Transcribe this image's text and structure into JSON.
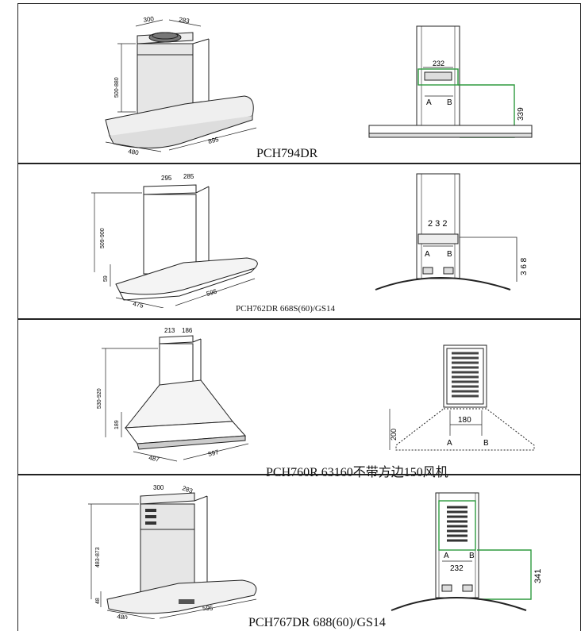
{
  "panels": [
    {
      "caption": "PCH794DR",
      "left": {
        "dim_a": "300",
        "dim_b": "283",
        "height": "500-880",
        "depth": "480",
        "width": "895"
      },
      "right": {
        "spacing": "232",
        "a": "A",
        "b": "B",
        "offset": "339"
      }
    },
    {
      "caption": "PCH762DR 668S(60)/GS14",
      "left": {
        "dim_a": "295",
        "dim_b": "285",
        "height": "509-900",
        "base": "59",
        "depth": "475",
        "width": "595"
      },
      "right": {
        "spacing": "2 3 2",
        "a": "A",
        "b": "B",
        "offset": "3 6 8"
      }
    },
    {
      "caption": "PCH760R 63160不带方边150风机",
      "left": {
        "dim_a": "213",
        "dim_b": "186",
        "height": "530-920",
        "base": "189",
        "depth": "487",
        "width": "597"
      },
      "right": {
        "spacing": "180",
        "a": "A",
        "b": "B",
        "offset": "200"
      }
    },
    {
      "caption": "PCH767DR  688(60)/GS14",
      "left": {
        "dim_a": "300",
        "dim_b": "283",
        "height": "483-873",
        "base": "48",
        "depth": "480",
        "width": "595"
      },
      "right": {
        "spacing": "232",
        "a": "A",
        "b": "B",
        "offset": "341"
      }
    }
  ],
  "colors": {
    "line": "#222222",
    "highlight": "#2e9a3e",
    "steel": "#cfcfcf"
  }
}
